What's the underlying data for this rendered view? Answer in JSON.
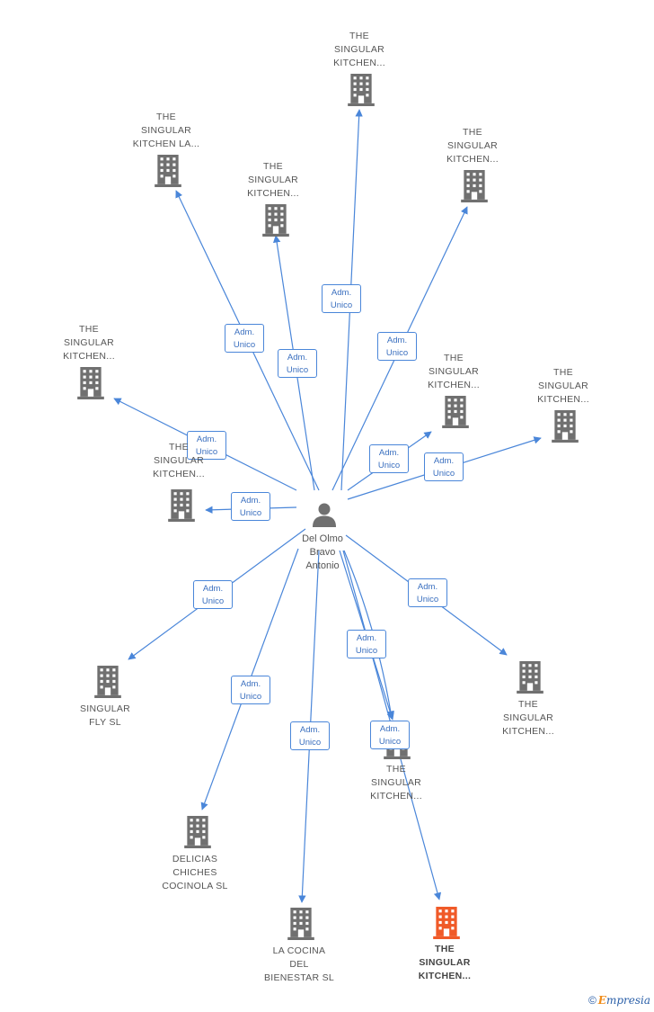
{
  "colors": {
    "edge": "#4a86d9",
    "node_icon": "#707070",
    "node_icon_highlight": "#f05a28",
    "person_icon": "#707070"
  },
  "center": {
    "name": "Del Olmo\nBravo\nAntonio",
    "icon": "person-icon"
  },
  "relation_label": "Adm.\nUnico",
  "companies": [
    {
      "name": "THE\nSINGULAR\nKITCHEN...",
      "icon": "building-icon",
      "highlight": false
    },
    {
      "name": "THE\nSINGULAR\nKITCHEN LA...",
      "icon": "building-icon",
      "highlight": false
    },
    {
      "name": "THE\nSINGULAR\nKITCHEN...",
      "icon": "building-icon",
      "highlight": false
    },
    {
      "name": "THE\nSINGULAR\nKITCHEN...",
      "icon": "building-icon",
      "highlight": false
    },
    {
      "name": "THE\nSINGULAR\nKITCHEN...",
      "icon": "building-icon",
      "highlight": false
    },
    {
      "name": "THE\nSINGULAR\nKITCHEN...",
      "icon": "building-icon",
      "highlight": false
    },
    {
      "name": "THE\nSINGULAR\nKITCHEN...",
      "icon": "building-icon",
      "highlight": false
    },
    {
      "name": "THE\nSINGULAR\nKITCHEN...",
      "icon": "building-icon",
      "highlight": false
    },
    {
      "name": "SINGULAR\nFLY SL",
      "icon": "building-icon",
      "highlight": false
    },
    {
      "name": "THE\nSINGULAR\nKITCHEN...",
      "icon": "building-icon",
      "highlight": false
    },
    {
      "name": "DELICIAS\nCHICHES\nCOCINOLA SL",
      "icon": "building-icon",
      "highlight": false
    },
    {
      "name": "LA COCINA\nDEL\nBIENESTAR SL",
      "icon": "building-icon",
      "highlight": false
    },
    {
      "name": "THE\nSINGULAR\nKITCHEN...",
      "icon": "building-icon",
      "highlight": false
    },
    {
      "name": "THE\nSINGULAR\nKITCHEN...",
      "icon": "building-icon",
      "highlight": true
    }
  ],
  "watermark": {
    "symbol": "©",
    "brand_initial": "E",
    "brand_rest": "mpresia"
  }
}
